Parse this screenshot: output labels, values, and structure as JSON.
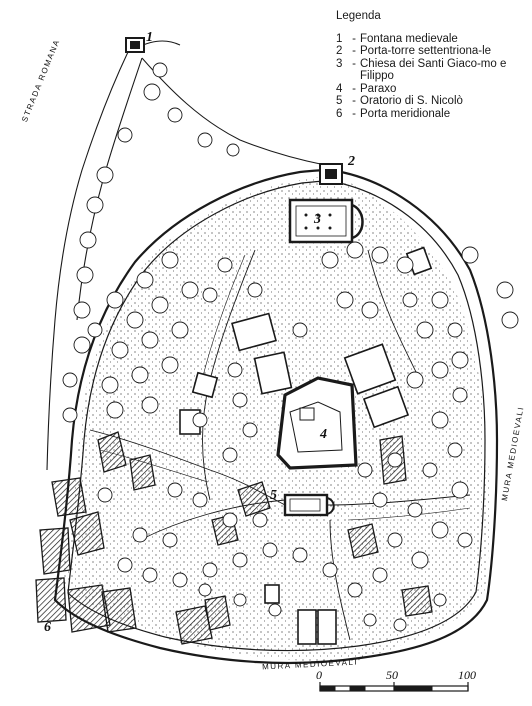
{
  "legend": {
    "title": "Legenda",
    "items": [
      {
        "num": "1",
        "text": "Fontana medievale"
      },
      {
        "num": "2",
        "text": "Porta-torre settentriona-le"
      },
      {
        "num": "3",
        "text": "Chiesa dei Santi Giaco-mo e Filippo"
      },
      {
        "num": "4",
        "text": "Paraxo"
      },
      {
        "num": "5",
        "text": "Oratorio di S. Nicolò"
      },
      {
        "num": "6",
        "text": "Porta meridionale"
      }
    ]
  },
  "labels": {
    "strada_romana": "STRADA ROMANA",
    "mura_east": "MURA MEDIOEVALI",
    "mura_south": "MURA MEDIOEVALI"
  },
  "markers": [
    "1",
    "2",
    "3",
    "4",
    "5",
    "6"
  ],
  "scale": {
    "ticks": [
      "0",
      "50",
      "100"
    ]
  },
  "colors": {
    "ink": "#1a1a1a",
    "paper": "#ffffff"
  }
}
